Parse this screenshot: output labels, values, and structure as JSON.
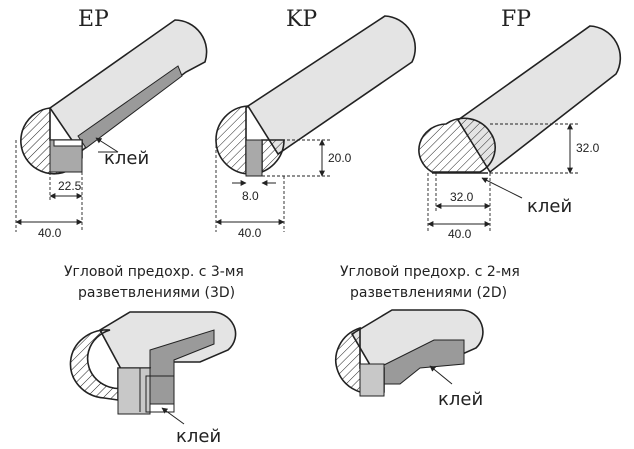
{
  "profiles": {
    "ep": {
      "title": "EP",
      "dim_inner": "22.5",
      "dim_outer": "40.0",
      "glue": "клей"
    },
    "kp": {
      "title": "KP",
      "dim_height": "20.0",
      "dim_slot": "8.0",
      "dim_outer": "40.0"
    },
    "fp": {
      "title": "FP",
      "dim_height": "32.0",
      "dim_inner": "32.0",
      "dim_outer": "40.0",
      "glue": "клей"
    }
  },
  "corners": {
    "three_d": {
      "caption_line1": "Угловой предохр. с 3-мя",
      "caption_line2": "разветвлениями (3D)",
      "glue": "клей"
    },
    "two_d": {
      "caption_line1": "Угловой предохр. с 2-мя",
      "caption_line2": "разветвлениями (2D)",
      "glue": "клей"
    }
  },
  "colors": {
    "body_fill": "#e4e4e4",
    "channel_fill": "#9a9a9a",
    "hatch": "#222222"
  }
}
